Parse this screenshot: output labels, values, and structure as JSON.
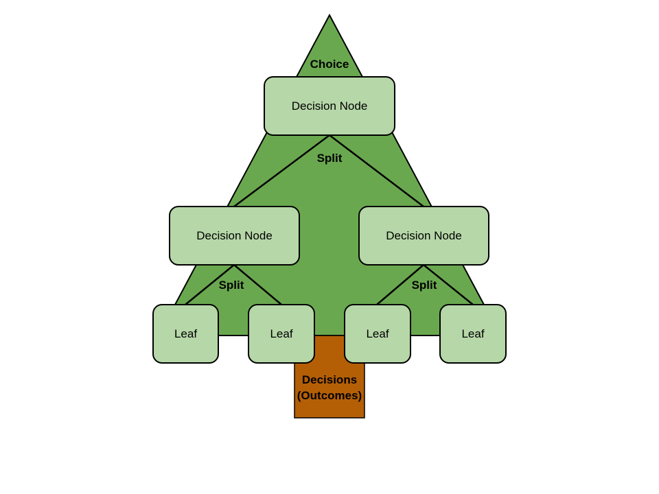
{
  "diagram": {
    "top_label": "Choice",
    "root_node": "Decision Node",
    "split_labels": [
      "Split",
      "Split",
      "Split"
    ],
    "child_nodes": [
      "Decision Node",
      "Decision Node"
    ],
    "leaves": [
      "Leaf",
      "Leaf",
      "Leaf",
      "Leaf"
    ],
    "trunk_label_line1": "Decisions",
    "trunk_label_line2": "(Outcomes)"
  },
  "colors": {
    "tree_fill": "#6aa84f",
    "node_fill": "#b6d7a8",
    "trunk_fill": "#b45f06",
    "stroke": "#000000"
  }
}
